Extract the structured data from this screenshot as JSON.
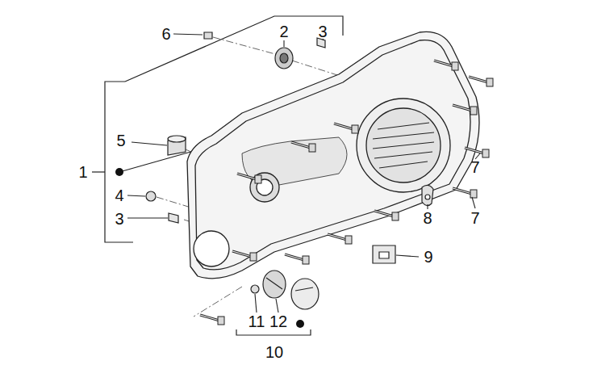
{
  "diagram": {
    "labels": [
      "6",
      "2",
      "3",
      "7",
      "5",
      "1",
      "4",
      "3",
      "8",
      "7",
      "9",
      "11",
      "12",
      "10"
    ]
  }
}
